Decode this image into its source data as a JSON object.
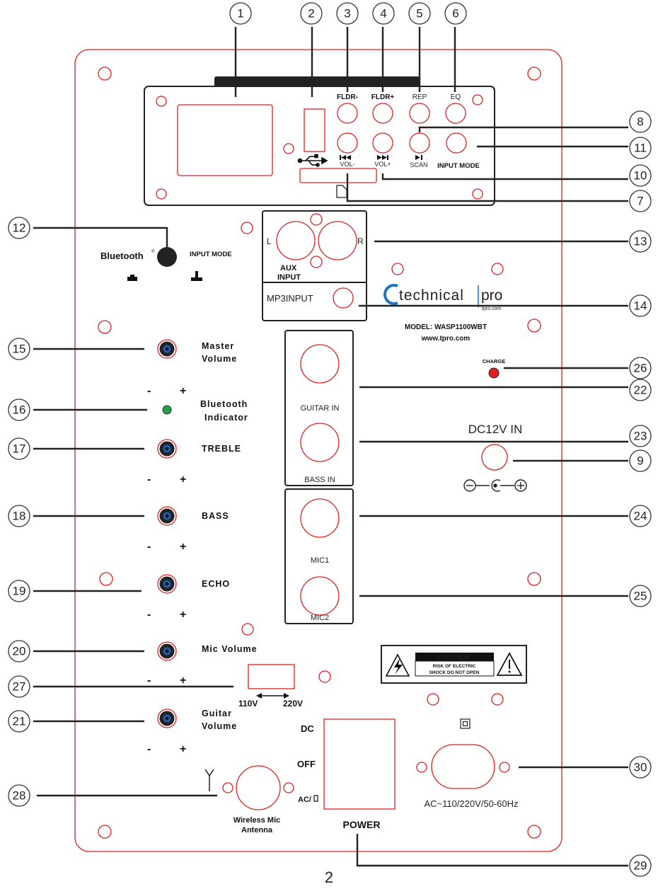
{
  "callout_numbers": [
    "1",
    "2",
    "3",
    "4",
    "5",
    "6",
    "7",
    "8",
    "9",
    "10",
    "11",
    "12",
    "13",
    "14",
    "15",
    "16",
    "17",
    "18",
    "19",
    "20",
    "21",
    "22",
    "23",
    "24",
    "25",
    "26",
    "27",
    "28",
    "29",
    "30"
  ],
  "top_panel": {
    "fldr_minus": "FLDR-",
    "fldr_plus": "FLDR+",
    "rep": "REP",
    "eq": "EQ",
    "vol_minus": "VOL-",
    "vol_plus": "VOL+",
    "scan": "SCAN",
    "input_mode": "INPUT MODE"
  },
  "bluetooth": {
    "label": "Bluetooth",
    "reg": "®",
    "input_mode": "INPUT MODE"
  },
  "aux": {
    "l": "L",
    "r": "R",
    "line1": "AUX",
    "line2": "INPUT"
  },
  "mp3": "MP3INPUT",
  "brand": {
    "logo_main": "technical",
    "logo_pro": "pro",
    "logo_sub": "tpro.com",
    "model": "MODEL: WASP1100WBT",
    "url": "www.tpro.com"
  },
  "knobs": {
    "master_1": "Master",
    "master_2": "Volume",
    "bt_1": "Bluetooth",
    "bt_2": "Indicator",
    "treble": "TREBLE",
    "bass": "BASS",
    "echo": "ECHO",
    "mic_volume": "Mic Volume",
    "guitar_1": "Guitar",
    "guitar_2": "Volume",
    "minus": "-",
    "plus": "+"
  },
  "jacks": {
    "guitar": "GUITAR IN",
    "bass": "BASS IN",
    "mic1": "MIC1",
    "mic2": "MIC2"
  },
  "charge": "CHARGE",
  "dc_in": "DC12V IN",
  "caution": {
    "title": "CAUTION",
    "line1": "RISK OF ELECTRIC",
    "line2": "SHOCK DO NOT OPEN"
  },
  "voltage": {
    "v110": "110V",
    "v220": "220V"
  },
  "power_switch": {
    "dc": "DC",
    "off": "OFF",
    "ac": "AC/",
    "power": "POWER"
  },
  "antenna": {
    "line1": "Wireless Mic",
    "line2": "Antenna"
  },
  "ac_input": "AC~110/220V/50-60Hz",
  "page_number": "2"
}
